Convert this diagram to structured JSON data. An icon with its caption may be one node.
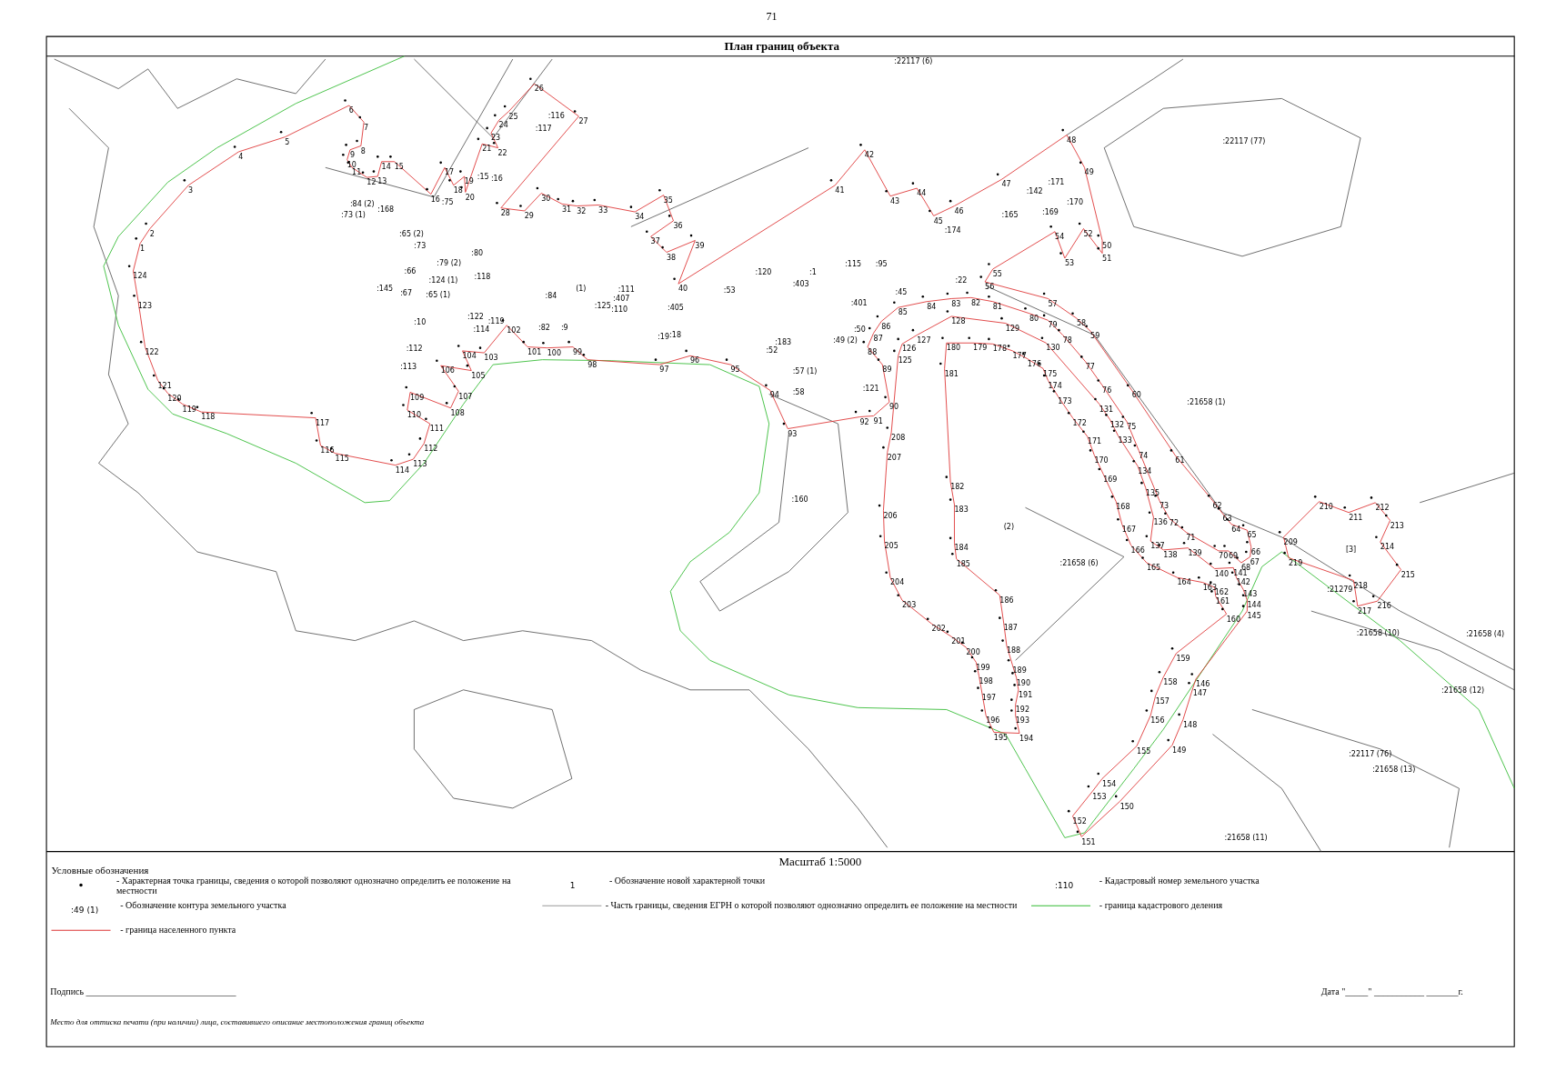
{
  "diagram": {
    "title": "План границ объекта",
    "labels": [
      "71",
      "1",
      "2",
      "3",
      "4",
      "5",
      "6",
      "7",
      "8",
      "9",
      "10",
      "11",
      "12",
      "13",
      "14",
      "15",
      "16",
      "17",
      "18",
      "19",
      "20",
      "21",
      "22",
      "23",
      "24",
      "25",
      "26",
      "27",
      "28",
      "29",
      "30",
      "31",
      "32",
      "33",
      "34",
      "35",
      "36",
      "37",
      "38",
      "39",
      "40",
      "41",
      "42",
      "43",
      "44",
      "45",
      "46",
      "47",
      "48",
      "49",
      "50",
      "51",
      "52",
      "53",
      "54",
      "55",
      "56",
      "57",
      "58",
      "59",
      "60",
      "61",
      "62",
      "63",
      "64",
      "65",
      "66",
      "67",
      "68",
      "69",
      "70",
      "71",
      "72",
      "73",
      "74",
      "75",
      "76",
      "77",
      "78",
      "79",
      "80",
      "81",
      "82",
      "83",
      "84",
      "85",
      "86",
      "87",
      "88",
      "89",
      "90",
      "91",
      "92",
      "93",
      "94",
      "95",
      "96",
      "97",
      "98",
      "99",
      "100",
      "101",
      "102",
      "103",
      "104",
      "105",
      "106",
      "107",
      "108",
      "109",
      "110",
      "111",
      "112",
      "113",
      "114",
      "115",
      "116",
      "117",
      "118",
      "119",
      "120",
      "121",
      "122",
      "123",
      "124",
      "125",
      "126",
      "127",
      "128",
      "129",
      "130",
      "131",
      "132",
      "133",
      "134",
      "135",
      "136",
      "137",
      "138",
      "139",
      "140",
      "141",
      "142",
      "143",
      "144",
      "145",
      "146",
      "147",
      "148",
      "149",
      "150",
      "151",
      "152",
      "153",
      "154",
      "155",
      "156",
      "157",
      "158",
      "159",
      "160",
      "161",
      "162",
      "163",
      "164",
      "165",
      "166",
      "167",
      "168",
      "169",
      "170",
      "171",
      "172",
      "173",
      "174",
      "175",
      "176",
      "177",
      "178",
      "179",
      "180",
      "181",
      "182",
      "183",
      "184",
      "185",
      "186",
      "187",
      "188",
      "189",
      "190",
      "191",
      "192",
      "193",
      "194",
      "195",
      "196",
      "197",
      "198",
      "199",
      "200",
      "201",
      "202",
      "203",
      "204",
      "205",
      "206",
      "207",
      "208",
      "209",
      "210",
      "211",
      "212",
      "213",
      "214",
      "215",
      "216",
      "217",
      "218",
      "219",
      ":22117 (6)",
      ":117",
      ":116",
      ":15",
      ":16",
      ":75",
      ":168",
      ":84 (2)",
      ":73 (1)",
      ":65 (2)",
      ":73",
      ":66",
      ":79 (2)",
      ":80",
      ":124 (1)",
      ":118",
      ":145",
      ":67",
      ":65 (1)",
      ":10",
      ":122",
      ":114",
      ":119",
      ":112",
      ":113",
      ":84",
      "(1)",
      ":111",
      ":407",
      ":125",
      ":110",
      ":82",
      ":9",
      ":405",
      ":19",
      ":18",
      ":53",
      ":120",
      ":403",
      ":1",
      ":115",
      ":95",
      ":45",
      ":22",
      ":401",
      ":50",
      ":49 (2)",
      ":52",
      ":183",
      ":57 (1)",
      ":58",
      ":121",
      ":160",
      ":174",
      ":165",
      ":142",
      ":171",
      ":169",
      ":170",
      ":22117 (77)",
      ":21658 (1)",
      "(2)",
      ":21658 (6)",
      "[3]",
      ":21279",
      ":21658 (10)",
      ":21658 (4)",
      ":21658 (12)",
      ":22117 (76)",
      ":21658 (13)",
      ":21658 (11)",
      "Масштаб 1:5000",
      "Условные обозначения",
      "1",
      ":110",
      ":49 (1)",
      "Подпись _________________________________",
      "Дата \"_____\" ___________ _______г.",
      "Место для оттиска печати (при наличии) лица, составившего описание местоположения границ объекта"
    ],
    "legend": [
      {
        "text": "- Характерная точка границы, сведения о которой позволяют однозначно определить ее положение на местности"
      },
      {
        "text": "- Обозначение новой характерной точки"
      },
      {
        "text": "- Кадастровый номер земельного участка"
      },
      {
        "text": "- Обозначение контура земельного участка"
      },
      {
        "text": "- Часть границы, сведения ЕГРН о которой позволяют однозначно определить ее положение на местности"
      },
      {
        "text": "- граница кадастрового деления"
      },
      {
        "text": "- граница населенного пункта"
      }
    ]
  }
}
